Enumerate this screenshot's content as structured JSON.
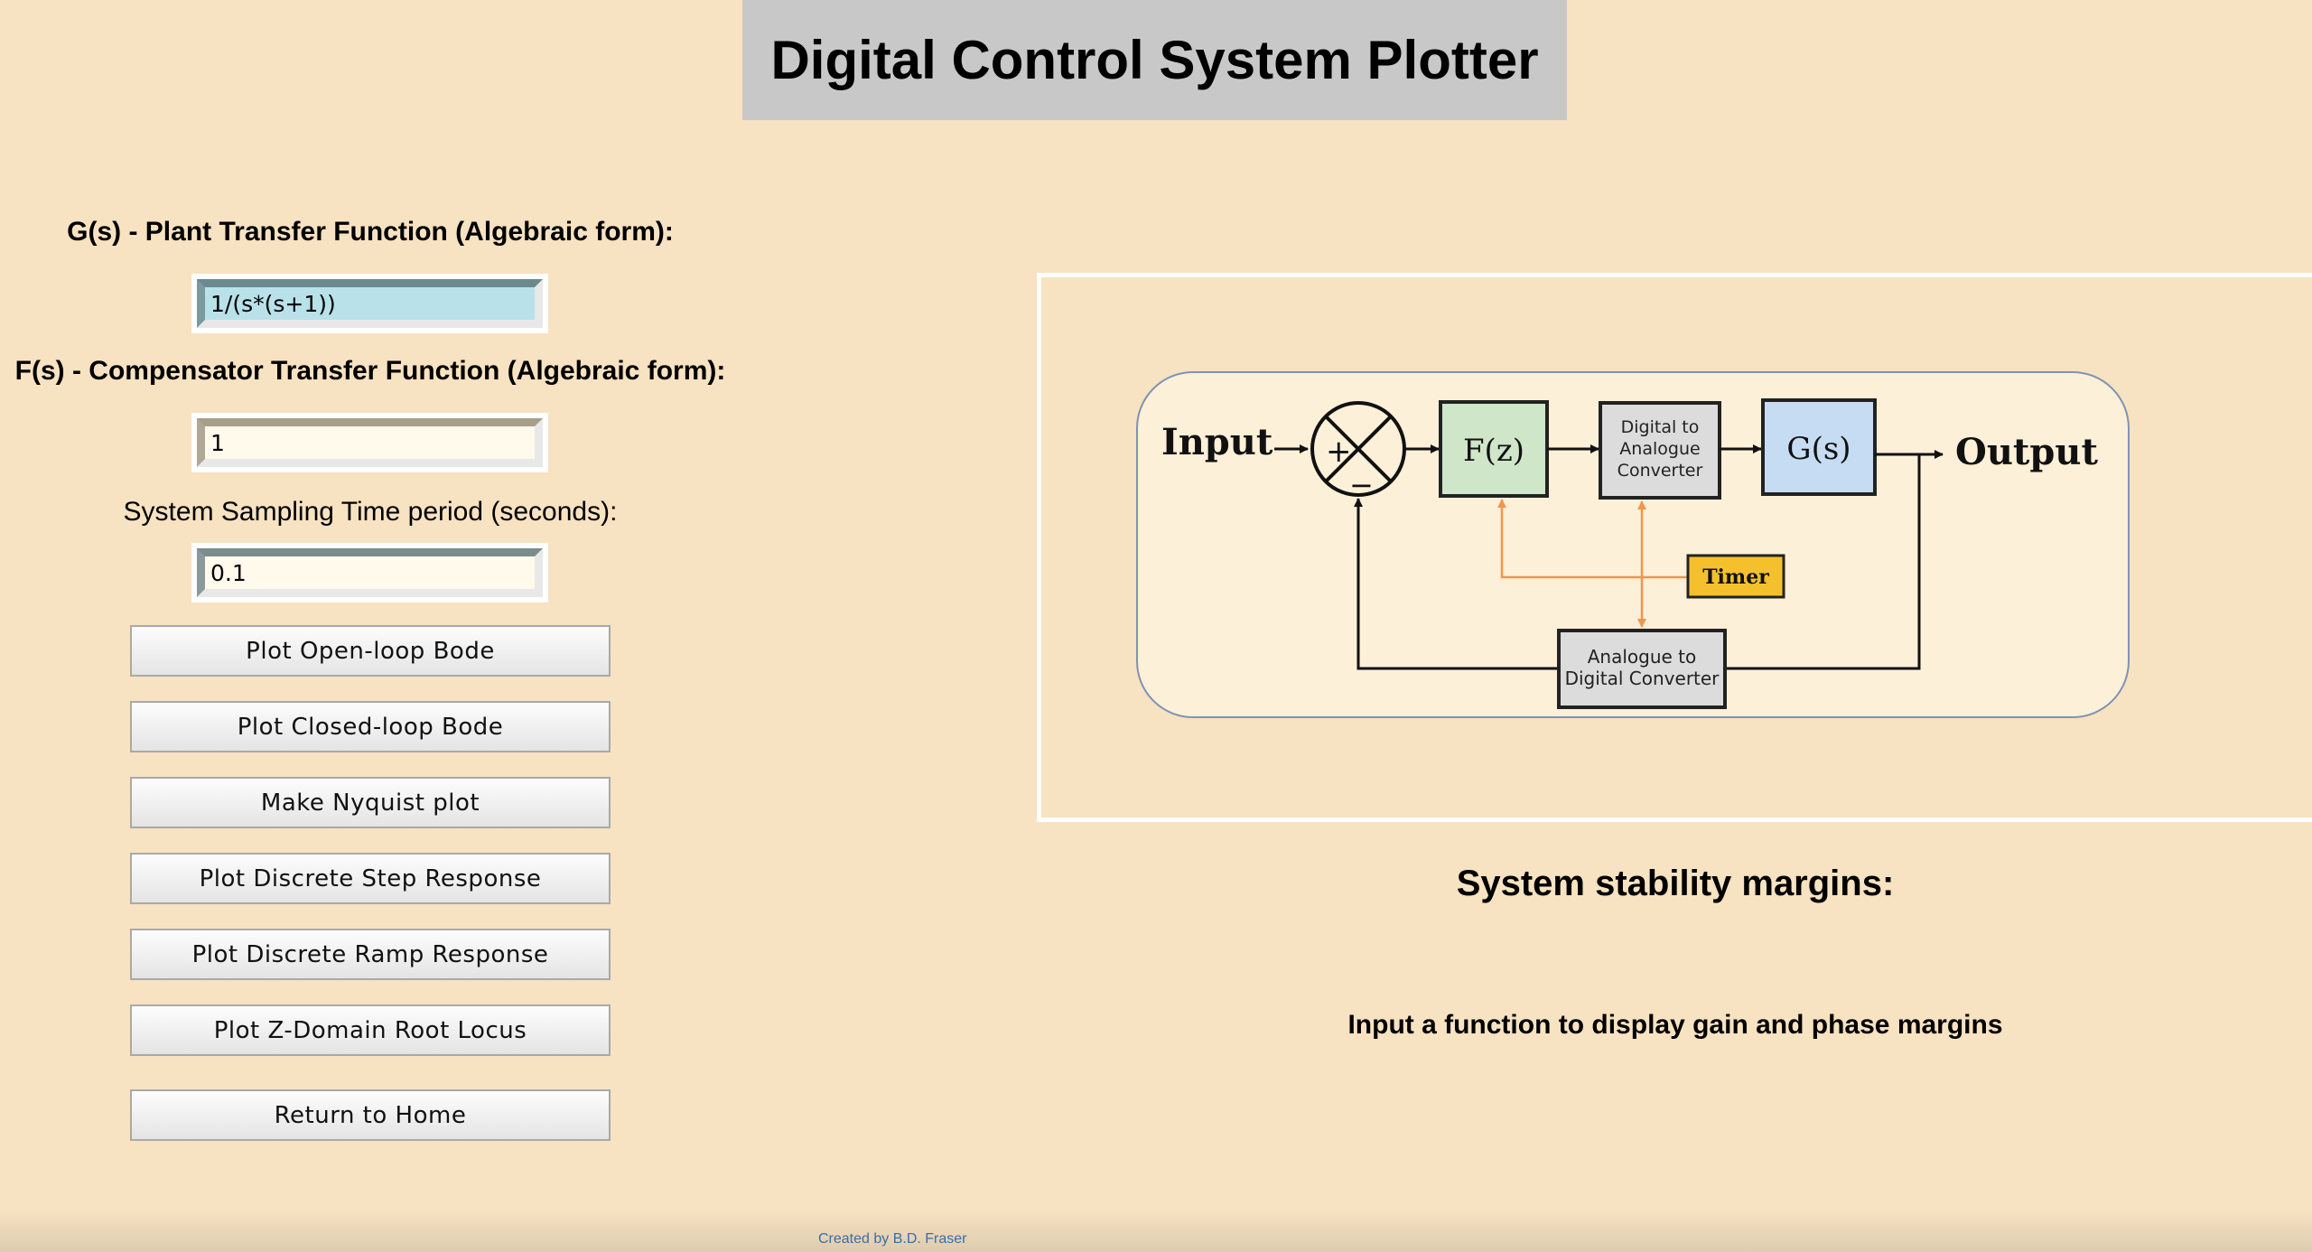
{
  "header": {
    "title": "Digital Control System Plotter"
  },
  "form": {
    "plant_label": "G(s) - Plant Transfer Function (Algebraic form):",
    "plant_value": "1/(s*(s+1))",
    "compensator_label": "F(s) - Compensator Transfer Function (Algebraic form):",
    "compensator_value": "1",
    "sampling_label": "System Sampling Time period (seconds):",
    "sampling_value": "0.1"
  },
  "buttons": {
    "open_loop_bode": "Plot Open-loop Bode",
    "closed_loop_bode": "Plot Closed-loop Bode",
    "nyquist": "Make Nyquist plot",
    "step_response": "Plot Discrete Step Response",
    "ramp_response": "Plot Discrete Ramp Response",
    "root_locus": "Plot Z-Domain Root Locus",
    "home": "Return to Home"
  },
  "diagram": {
    "input": "Input",
    "output": "Output",
    "plus": "+",
    "minus": "−",
    "compensator": "F(z)",
    "plant": "G(s)",
    "dac_line1": "Digital to",
    "dac_line2": "Analogue",
    "dac_line3": "Converter",
    "timer": "Timer",
    "adc_line1": "Analogue to",
    "adc_line2": "Digital Converter",
    "colors": {
      "panel_fill": "#fdf0d8",
      "fz_fill": "#cfe6c9",
      "gs_fill": "#c6dcf3",
      "converter_fill": "#dcdcdc",
      "timer_fill": "#f4c12c",
      "timing_line": "#f0954f"
    }
  },
  "stability": {
    "title": "System stability margins:",
    "message": "Input a function to display gain and phase margins"
  },
  "footer": {
    "credit": "Created by B.D. Fraser"
  }
}
